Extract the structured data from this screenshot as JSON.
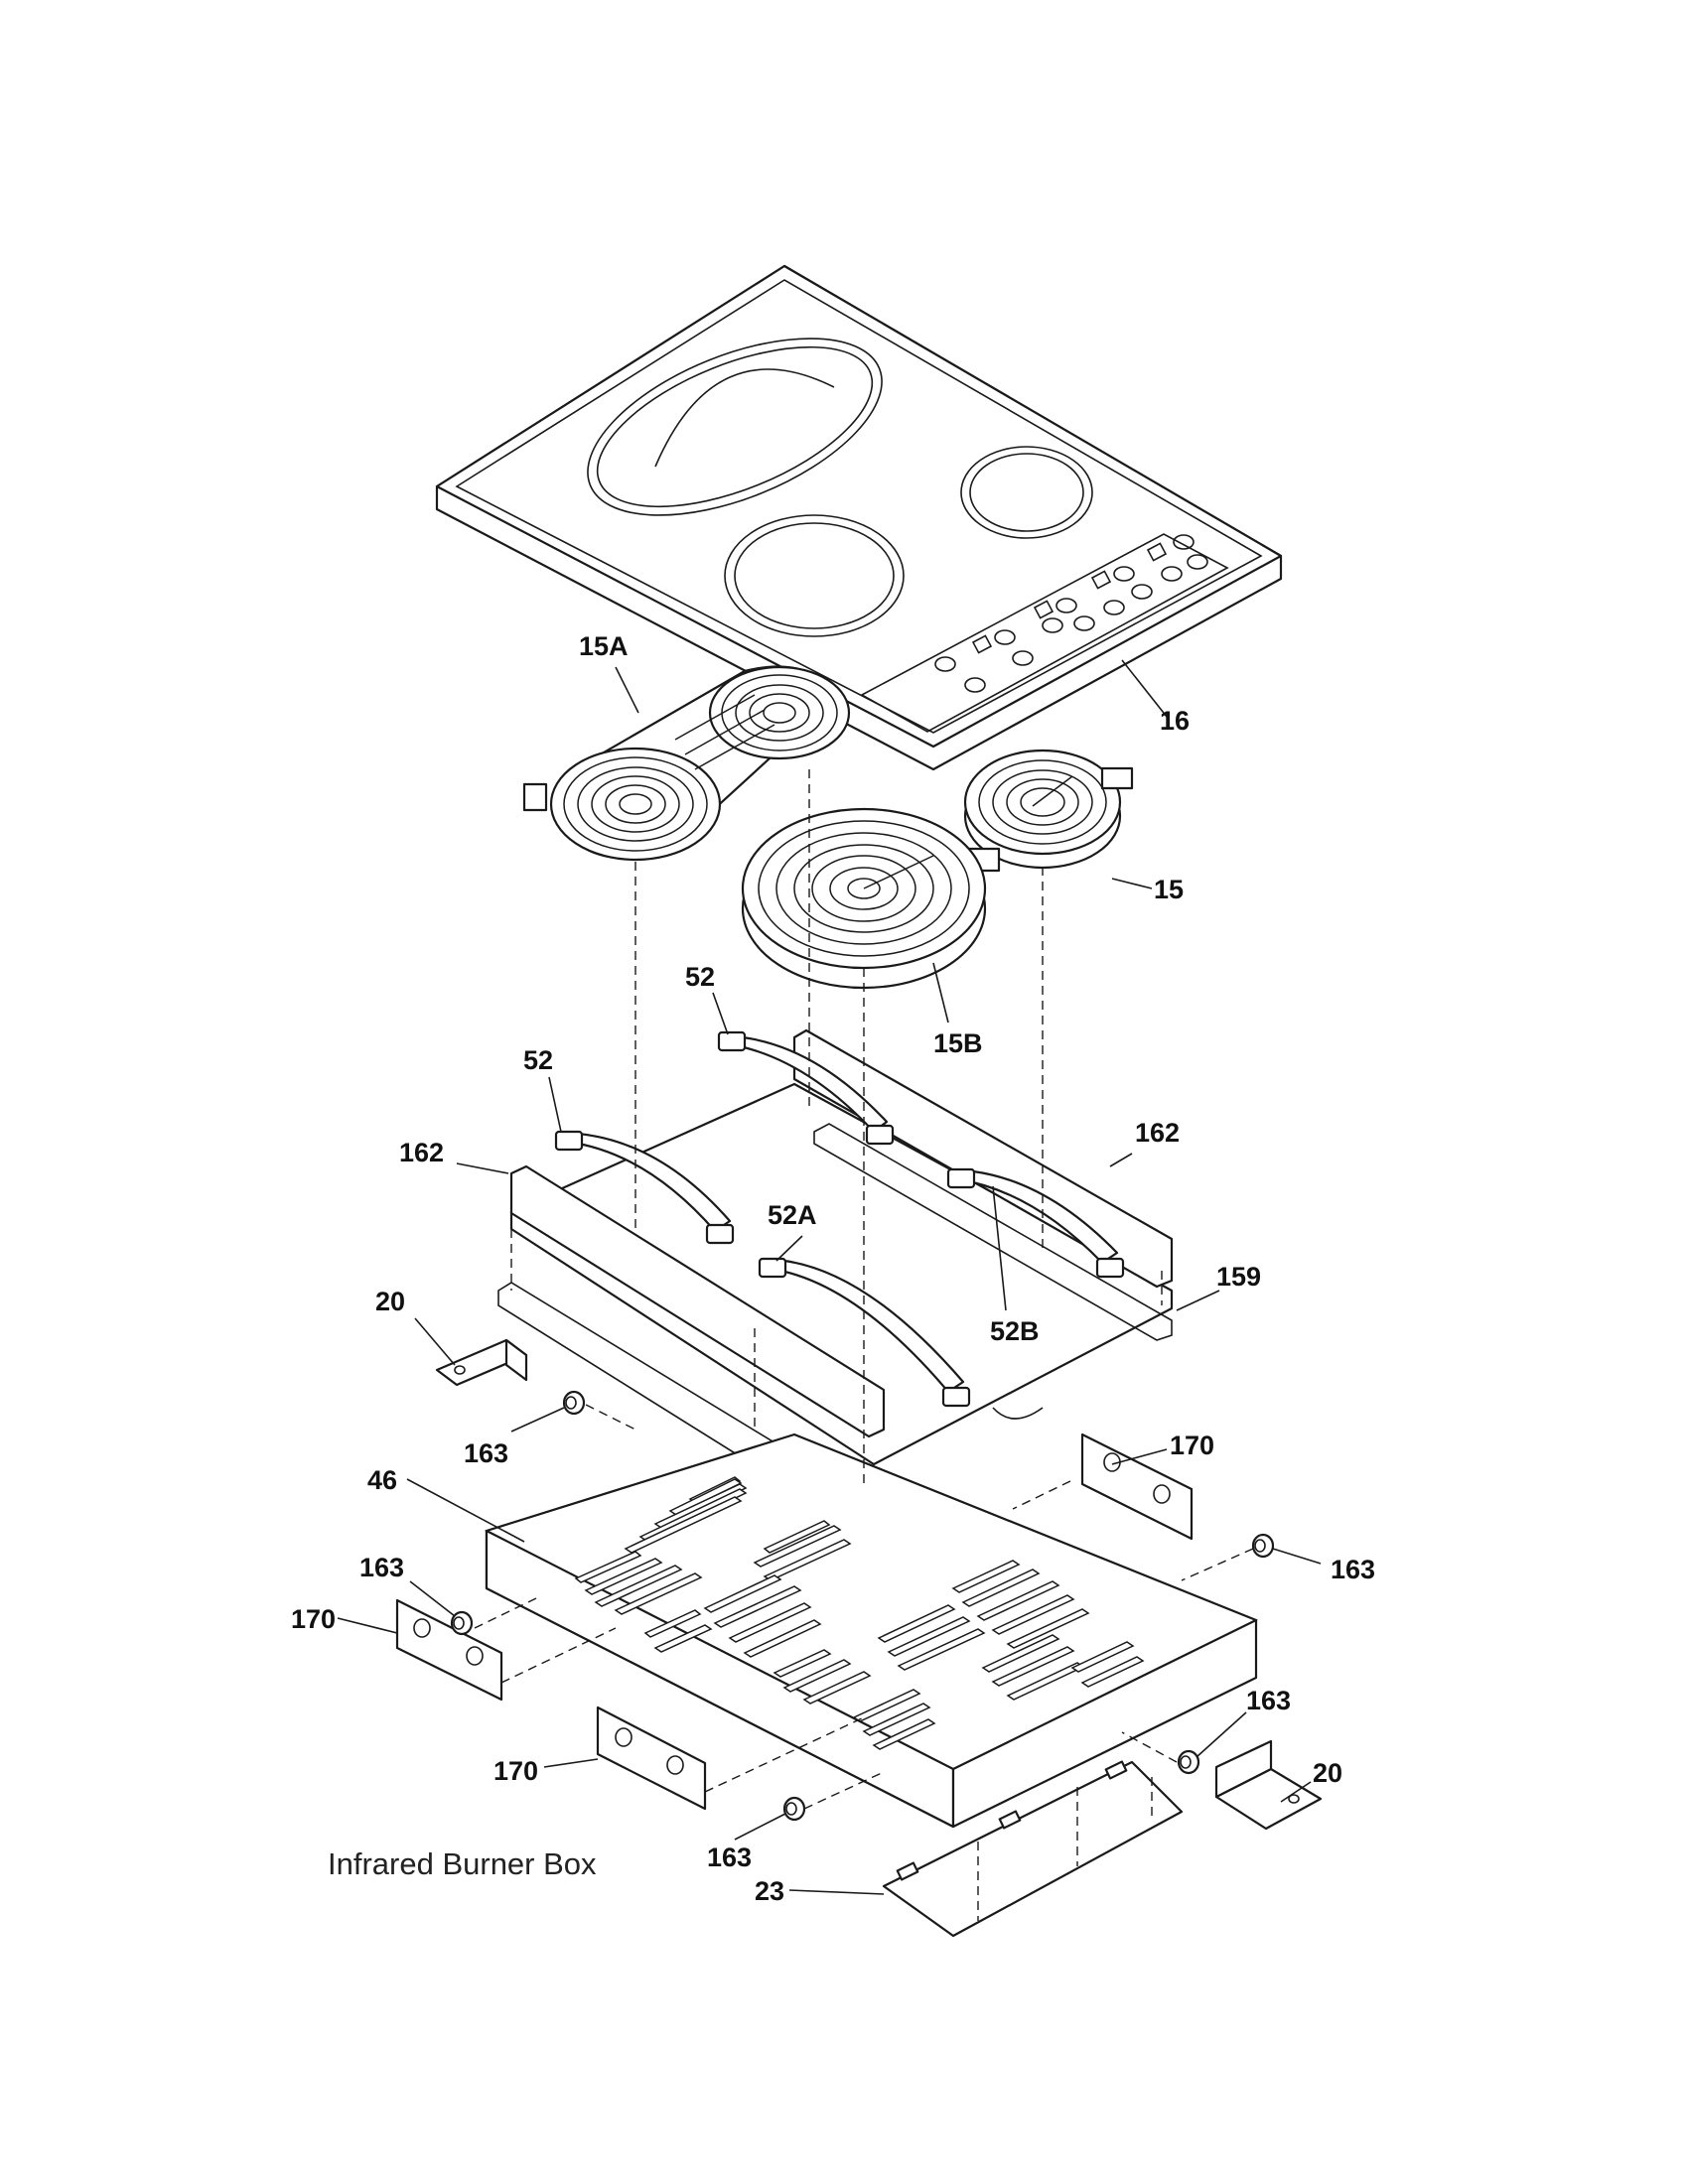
{
  "caption": "Infrared Burner Box",
  "callouts": {
    "c16": "16",
    "c15a": "15A",
    "c15": "15",
    "c15b": "15B",
    "c52_top": "52",
    "c52_left": "52",
    "c52a": "52A",
    "c52b": "52B",
    "c162_left": "162",
    "c162_right": "162",
    "c159": "159",
    "c20_left": "20",
    "c20_right": "20",
    "c163_a": "163",
    "c163_b": "163",
    "c163_c": "163",
    "c163_d": "163",
    "c163_e": "163",
    "c170_top": "170",
    "c170_left": "170",
    "c170_bottom": "170",
    "c46": "46",
    "c23": "23"
  }
}
